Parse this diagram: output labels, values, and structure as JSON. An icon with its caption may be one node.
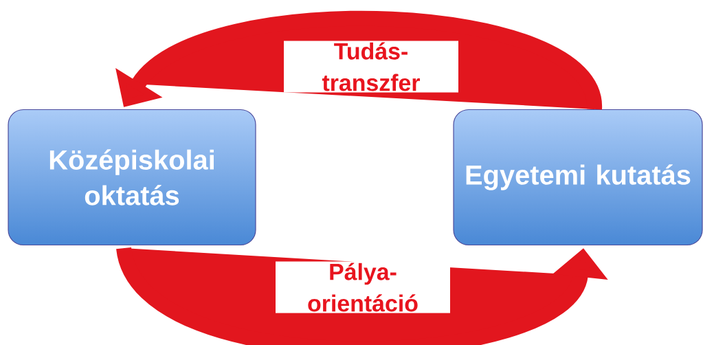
{
  "diagram": {
    "nodes": [
      {
        "text": [
          "Középiskolai oktatás"
        ]
      },
      {
        "text": [
          "Egyetemi kutatás"
        ]
      }
    ],
    "edges": [
      {
        "from": 1,
        "to": 0,
        "arrow": "to",
        "label": "Tudás- transzfer"
      },
      {
        "from": 0,
        "to": 1,
        "arrow": "to",
        "label": "Pálya- orientáció"
      }
    ]
  }
}
